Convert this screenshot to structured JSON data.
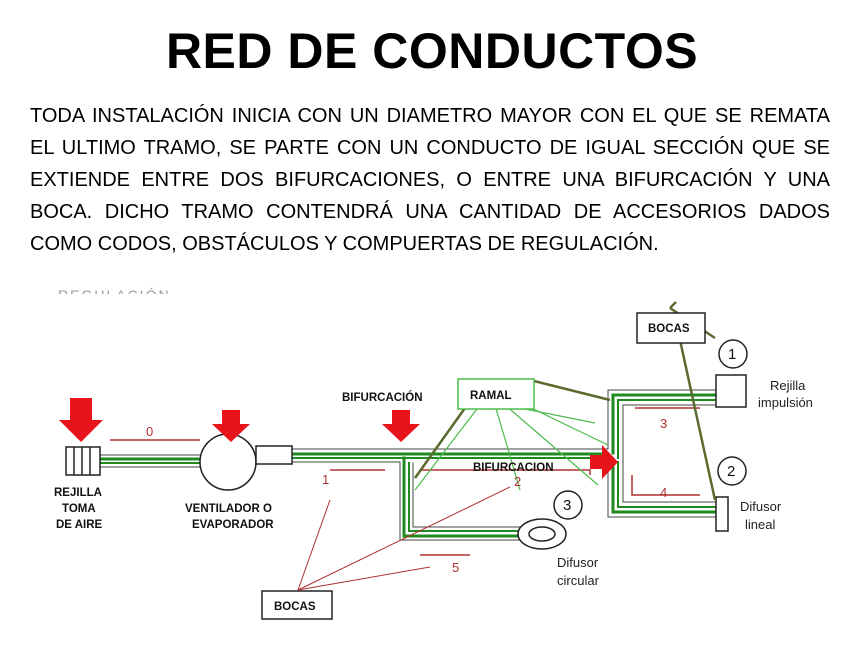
{
  "slide": {
    "title": "RED DE CONDUCTOS",
    "paragraph": "TODA INSTALACIÓN INICIA CON UN DIAMETRO MAYOR CON EL QUE SE REMATA EL ULTIMO TRAMO, SE PARTE CON UN CONDUCTO DE IGUAL SECCIÓN QUE SE EXTIENDE ENTRE DOS BIFURCACIONES, O ENTRE UNA BIFURCACIÓN Y UNA BOCA. DICHO TRAMO CONTENDRÁ UNA CANTIDAD DE ACCESORIOS DADOS COMO CODOS, OBSTÁCULOS Y COMPUERTAS DE REGULACIÓN.",
    "ghost_text": "REGULACIÓN."
  },
  "diagram": {
    "labels": {
      "rejilla_toma_1": "REJILLA",
      "rejilla_toma_2": "TOMA",
      "rejilla_toma_3": "DE AIRE",
      "ventilador_1": "VENTILADOR O",
      "ventilador_2": "EVAPORADOR",
      "bifurcacion_top": "BIFURCACIÓN",
      "bifurcacion_mid": "BIFURCACION",
      "ramal": "RAMAL",
      "bocas_top": "BOCAS",
      "bocas_bottom": "BOCAS",
      "rejilla_impulsion_1": "Rejilla",
      "rejilla_impulsion_2": "impulsión",
      "difusor_lineal_1": "Difusor",
      "difusor_lineal_2": "lineal",
      "difusor_circular_1": "Difusor",
      "difusor_circular_2": "circular"
    },
    "section_numbers": [
      "0",
      "1",
      "2",
      "3",
      "4",
      "5"
    ],
    "outlet_numbers": [
      "1",
      "2",
      "3"
    ],
    "colors": {
      "duct_green": "#1f8a1f",
      "arrow_red": "#e8141c",
      "annotation_red": "#b03030",
      "pointer_olive": "#5a6b2e",
      "light_green": "#4cbb4c"
    }
  }
}
